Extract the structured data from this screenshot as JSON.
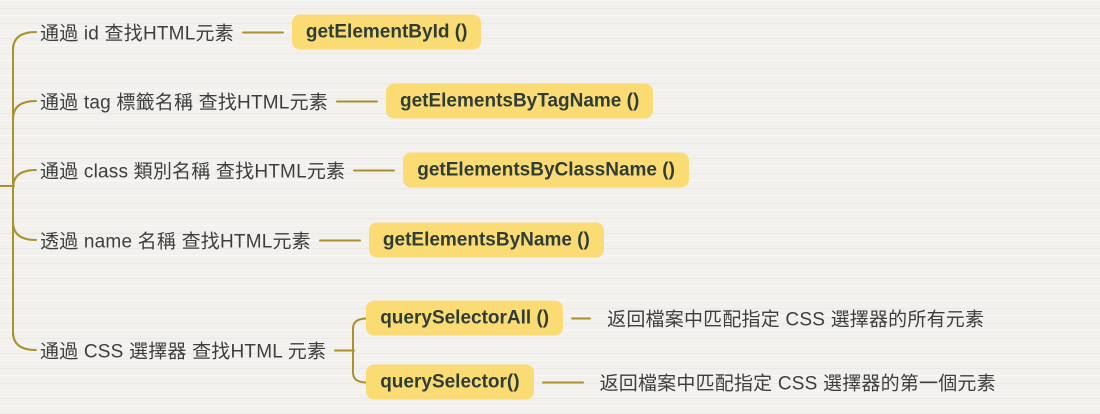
{
  "colors": {
    "line": "#ab912d",
    "highlight": "#fbdc74",
    "label_text": "#3e3e3e",
    "method_text": "#2f3d39",
    "background": "#f2f1ee"
  },
  "rows": [
    {
      "label": "通過 id 查找HTML元素",
      "method": "getElementById ()"
    },
    {
      "label": "通過 tag 標籤名稱 查找HTML元素",
      "method": "getElementsByTagName ()"
    },
    {
      "label": "通過 class 類別名稱 查找HTML元素",
      "method": "getElementsByClassName ()"
    },
    {
      "label": "透過 name 名稱 查找HTML元素",
      "method": "getElementsByName ()"
    },
    {
      "label": "通過 CSS 選擇器 查找HTML 元素",
      "children": [
        {
          "method": "querySelectorAll ()",
          "description": "返回檔案中匹配指定 CSS 選擇器的所有元素"
        },
        {
          "method": "querySelector()",
          "description": "返回檔案中匹配指定 CSS 選擇器的第一個元素"
        }
      ]
    }
  ]
}
